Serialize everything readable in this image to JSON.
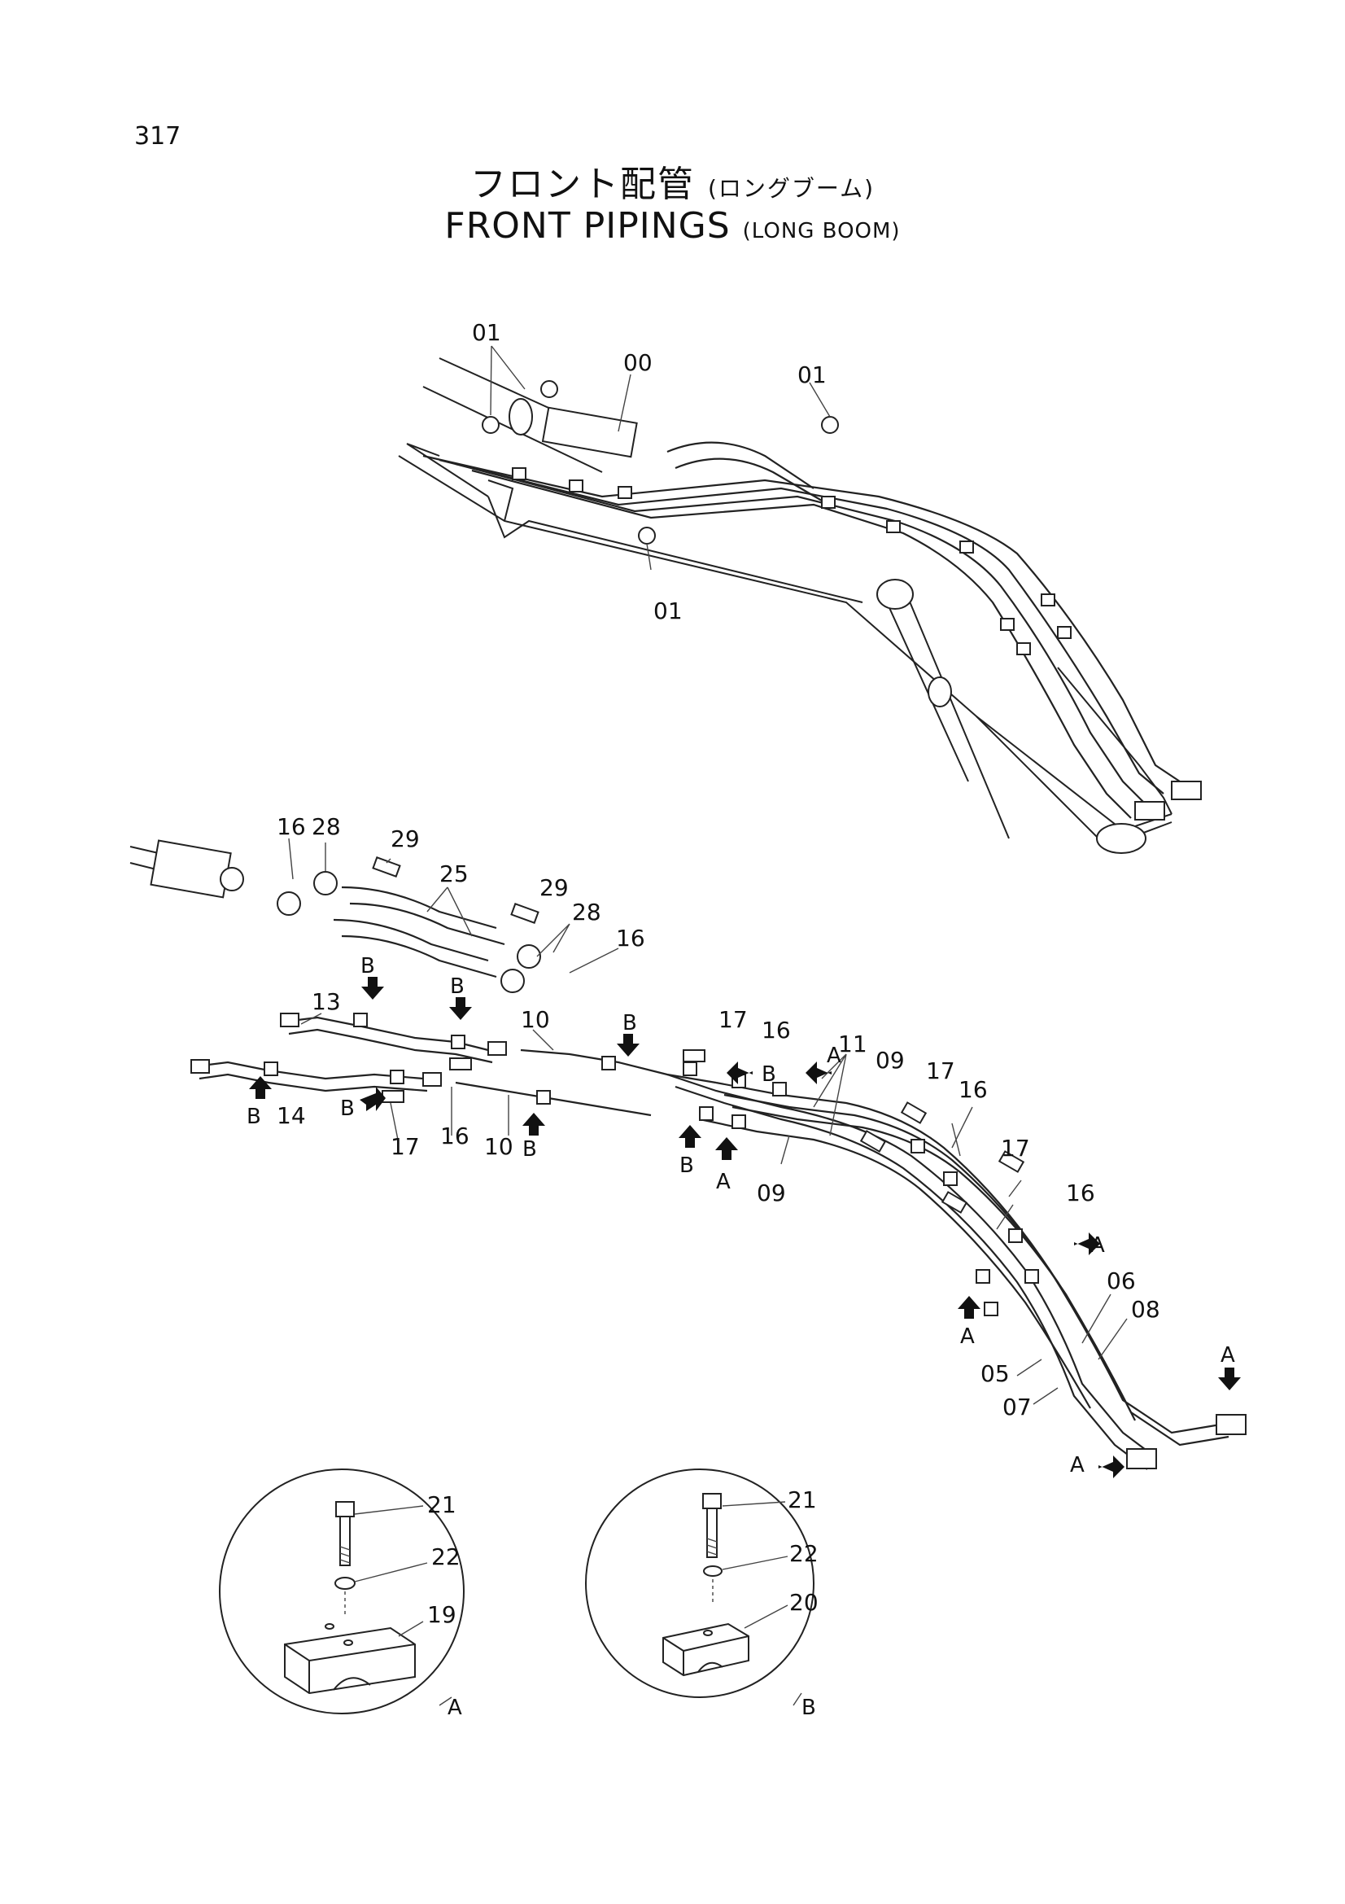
{
  "page_number": "317",
  "title_jp_main": "フロント配管",
  "title_jp_sub": "(ロングブーム)",
  "title_en_main": "FRONT PIPINGS",
  "title_en_sub": "(LONG BOOM)",
  "labels": {
    "p00": "00",
    "p01": "01",
    "p05": "05",
    "p06": "06",
    "p07": "07",
    "p08": "08",
    "p09": "09",
    "p10": "10",
    "p11": "11",
    "p13": "13",
    "p14": "14",
    "p16": "16",
    "p17": "17",
    "p19": "19",
    "p20": "20",
    "p21": "21",
    "p22": "22",
    "p25": "25",
    "p28": "28",
    "p29": "29"
  },
  "markers": {
    "a": "A",
    "b": "B"
  },
  "details": {
    "left": "A",
    "right": "B"
  }
}
